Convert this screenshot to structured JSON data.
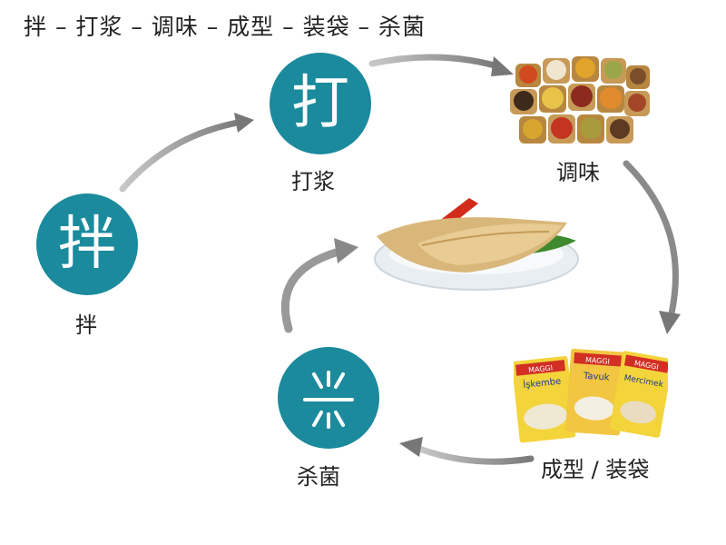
{
  "header": {
    "title": "拌 – 打浆 – 调味 – 成型 – 装袋 – 杀菌"
  },
  "steps": [
    {
      "glyph": "拌",
      "label": "拌"
    },
    {
      "glyph": "打",
      "label": "打浆"
    },
    {
      "label": "调味"
    },
    {
      "label": "成型 / 装袋"
    },
    {
      "label": "杀菌"
    }
  ],
  "packets": {
    "brand": "MAGGI",
    "names": [
      "İşkembe",
      "Tavuk",
      "Mercimek"
    ]
  },
  "colors": {
    "circle": "#1b8a9c",
    "arrow": "#8a8a8a",
    "text": "#222222"
  },
  "icons": {
    "sterilize": "sterilize-lines-icon",
    "spices": "spice-bags-image",
    "product": "fish-tofu-plate-image",
    "packets": "soup-packets-image"
  }
}
